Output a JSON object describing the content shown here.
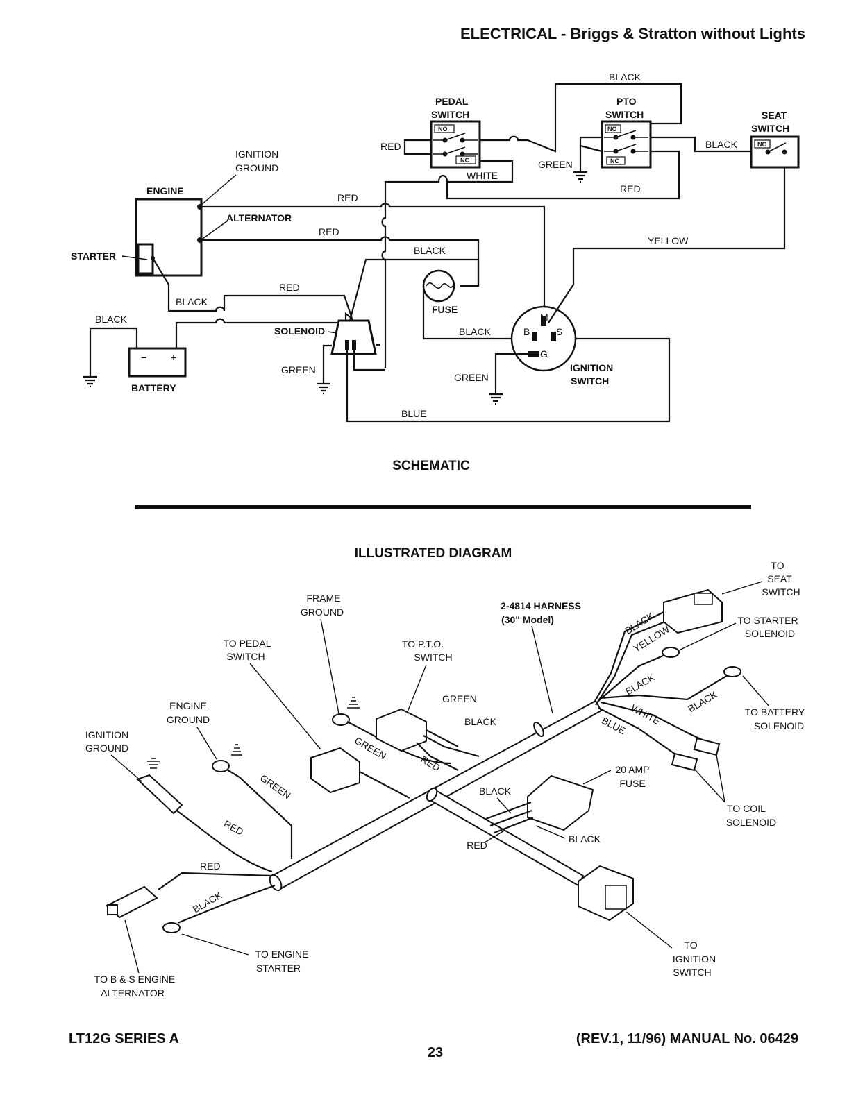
{
  "page": {
    "title": "ELECTRICAL - Briggs & Stratton without Lights",
    "footer_left": "LT12G SERIES A",
    "page_number": "23",
    "footer_right": "(REV.1, 11/96) MANUAL No. 06429"
  },
  "schematic": {
    "heading": "SCHEMATIC",
    "components": {
      "engine": "ENGINE",
      "starter": "STARTER",
      "alternator": "ALTERNATOR",
      "ignition_ground_1": "IGNITION",
      "ignition_ground_2": "GROUND",
      "battery": "BATTERY",
      "battery_minus": "−",
      "battery_plus": "+",
      "solenoid": "SOLENOID",
      "fuse": "FUSE",
      "pedal_switch_1": "PEDAL",
      "pedal_switch_2": "SWITCH",
      "pto_switch_1": "PTO",
      "pto_switch_2": "SWITCH",
      "seat_switch_1": "SEAT",
      "seat_switch_2": "SWITCH",
      "ignition_switch_1": "IGNITION",
      "ignition_switch_2": "SWITCH",
      "no": "NO",
      "nc": "NC",
      "term_m": "M",
      "term_b": "B",
      "term_s": "S",
      "term_g": "G"
    },
    "wires": {
      "black": "BLACK",
      "red": "RED",
      "white": "WHITE",
      "green": "GREEN",
      "yellow": "YELLOW",
      "blue": "BLUE"
    }
  },
  "illustrated": {
    "heading": "ILLUSTRATED DIAGRAM",
    "labels": {
      "to_seat_1": "TO",
      "to_seat_2": "SEAT",
      "to_seat_3": "SWITCH",
      "harness_1": "2-4814 HARNESS",
      "harness_2": "(30\" Model)",
      "frame_ground_1": "FRAME",
      "frame_ground_2": "GROUND",
      "to_pto_1": "TO P.T.O.",
      "to_pto_2": "SWITCH",
      "to_pedal_1": "TO PEDAL",
      "to_pedal_2": "SWITCH",
      "engine_ground_1": "ENGINE",
      "engine_ground_2": "GROUND",
      "ignition_ground_1": "IGNITION",
      "ignition_ground_2": "GROUND",
      "to_starter_sol_1": "TO STARTER",
      "to_starter_sol_2": "SOLENOID",
      "to_battery_sol_1": "TO BATTERY",
      "to_battery_sol_2": "SOLENOID",
      "to_coil_sol_1": "TO COIL",
      "to_coil_sol_2": "SOLENOID",
      "fuse_1": "20 AMP",
      "fuse_2": "FUSE",
      "to_ign_1": "TO",
      "to_ign_2": "IGNITION",
      "to_ign_3": "SWITCH",
      "to_eng_starter_1": "TO ENGINE",
      "to_eng_starter_2": "STARTER",
      "to_alt_1": "TO B & S  ENGINE",
      "to_alt_2": "ALTERNATOR"
    },
    "wires": {
      "black": "BLACK",
      "yellow": "YELLOW",
      "white": "WHITE",
      "blue": "BLUE",
      "green": "GREEN",
      "red": "RED"
    }
  }
}
